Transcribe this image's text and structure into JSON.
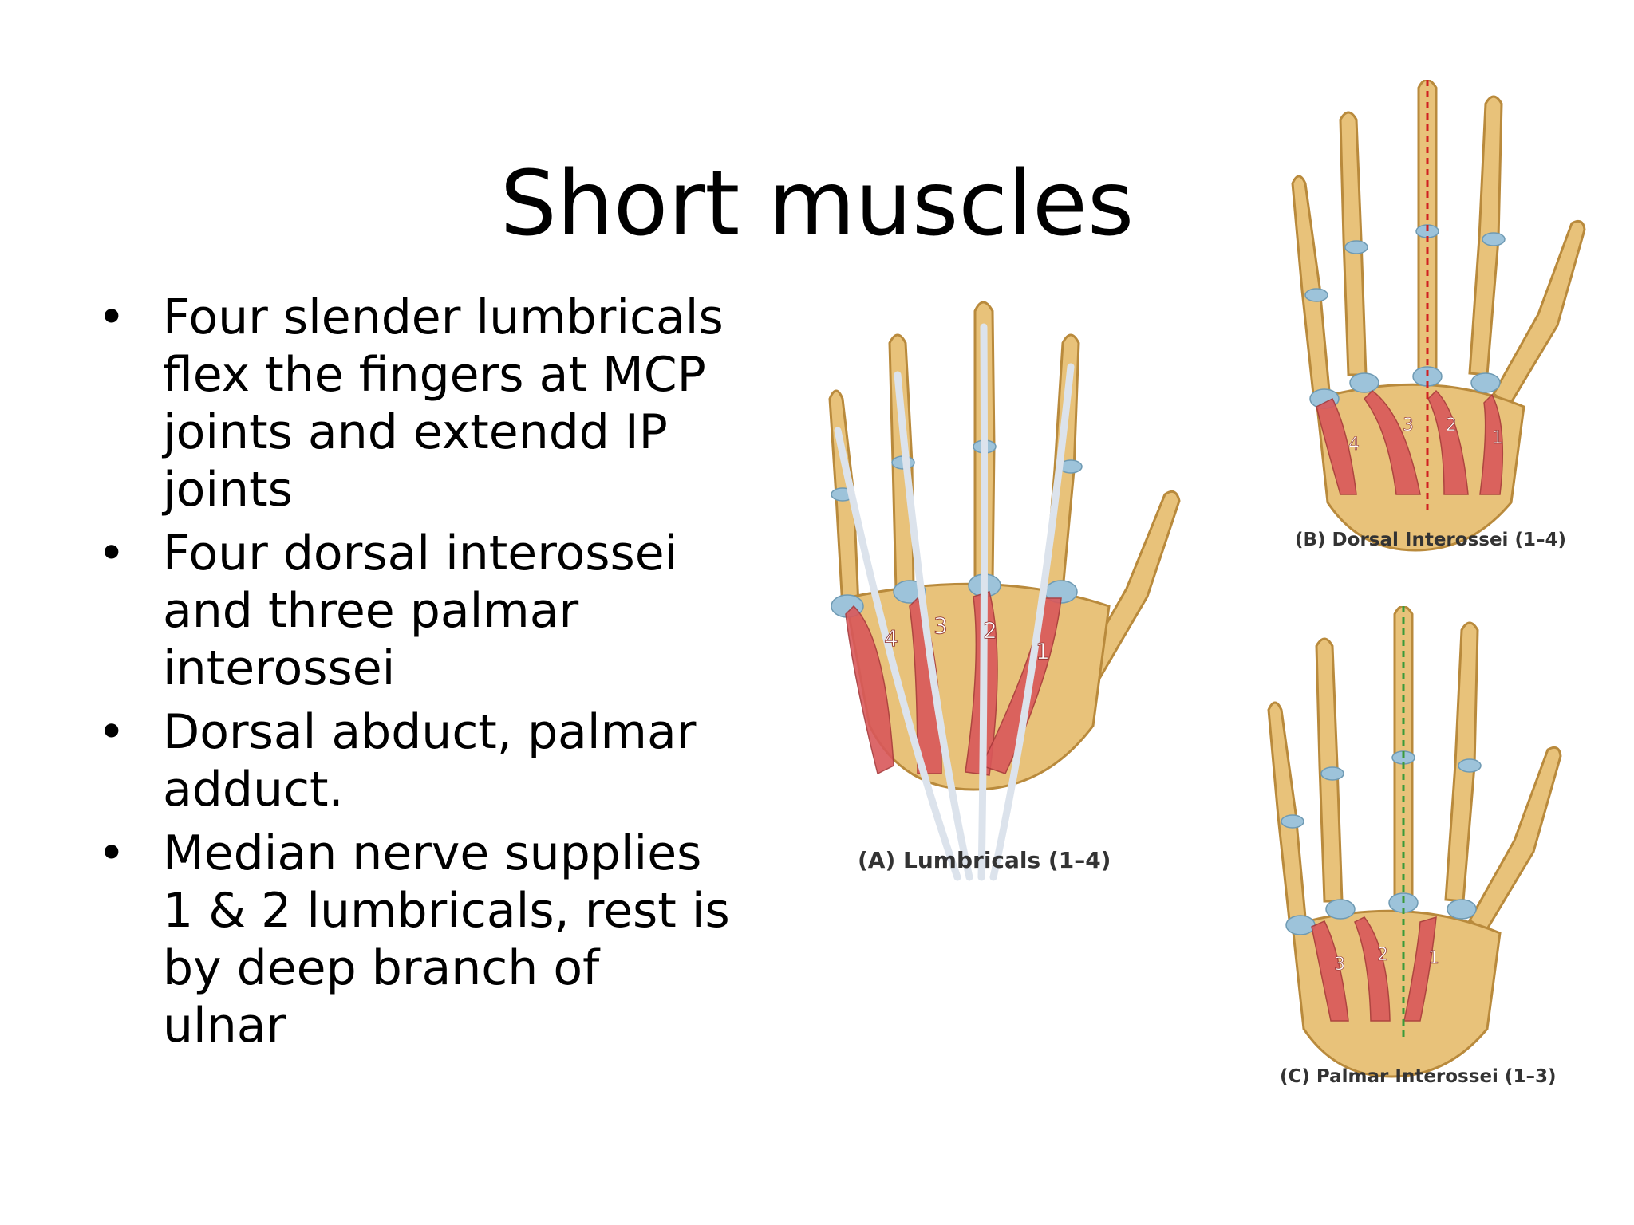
{
  "slide": {
    "title": "Short muscles",
    "bullets": [
      "Four slender lumbricals flex the fingers at MCP joints and extendd IP joints",
      "Four dorsal interossei and three palmar interossei",
      "Dorsal abduct, palmar adduct.",
      "Median nerve supplies 1 & 2 lumbricals, rest is by deep branch of ulnar"
    ],
    "bullet_glyph": "•"
  },
  "figures": {
    "a": {
      "caption": "(A) Lumbricals (1–4)",
      "labels": [
        "4",
        "3",
        "2",
        "1"
      ]
    },
    "b": {
      "caption": "(B) Dorsal Interossei (1–4)",
      "labels": [
        "4",
        "3",
        "2",
        "1"
      ]
    },
    "c": {
      "caption": "(C) Palmar Interossei (1–3)",
      "labels": [
        "3",
        "2",
        "1"
      ]
    }
  },
  "colors": {
    "bone": "#E8C27A",
    "bone_outline": "#B98A3C",
    "joint": "#9DC3DA",
    "muscle": "#D9585A",
    "tendon": "#DCE3EC",
    "axis_b": "#D02020",
    "axis_c": "#3A9A3A"
  }
}
